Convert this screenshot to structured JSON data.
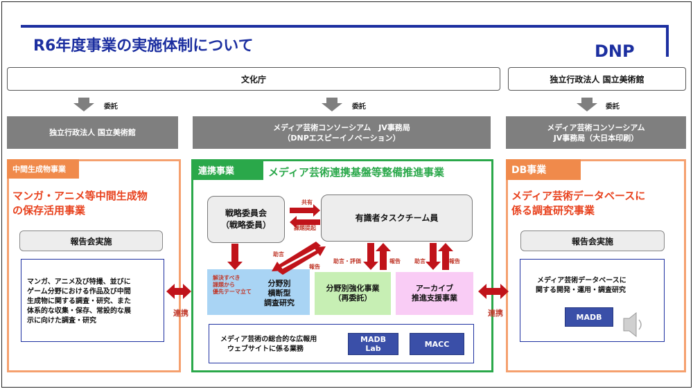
{
  "page": {
    "title": "R6年度事業の実施体制について",
    "logo": "DNP"
  },
  "top": {
    "agency": "文化庁",
    "museum": "独立行政法人 国立美術館"
  },
  "commission_label": "委託",
  "contractors": {
    "left": "独立行政法人 国立美術館",
    "center_line1": "メディア芸術コンソーシアム　JV事務局",
    "center_line2": "（DNPエスピーイノベーション）",
    "right_line1": "メディア芸術コンソーシアム",
    "right_line2": "JV事務局（大日本印刷）"
  },
  "left_panel": {
    "tab": "中間生成物事業",
    "heading_line1": "マンガ・アニメ等中間生成物",
    "heading_line2": "の保存活用事業",
    "report": "報告会実施",
    "body_lines": [
      "マンガ、アニメ及び特撮、並びに",
      "ゲーム分野における作品及び中間",
      "生成物に関する調査・研究、また",
      "体系的な収集・保存、常設的な展",
      "示に向けた調査・研究"
    ]
  },
  "center_panel": {
    "tab": "連携事業",
    "heading": "メディア芸術連携基盤等整備推進事業",
    "strategy_line1": "戦略委員会",
    "strategy_line2": "（戦略委員）",
    "task_team": "有識者タスクチーム員",
    "share": "共有",
    "issue": "課題提起",
    "advice": "助言",
    "report": "報告",
    "advice_eval": "助言・評価",
    "report2": "報告",
    "advice2": "助言",
    "report3": "報告",
    "cross_note_lines": [
      "解決すべき",
      "課題から",
      "優先テーマ立て"
    ],
    "cross_lines": [
      "分野別",
      "横断型",
      "調査研究"
    ],
    "field_line1": "分野別強化事業",
    "field_line2": "（再委託）",
    "archive_line1": "アーカイブ",
    "archive_line2": "推進支援事業",
    "website_line1": "メディア芸術の総合的な広報用",
    "website_line2": "ウェブサイトに係る業務",
    "madb_lab_line1": "MADB",
    "madb_lab_line2": "Lab",
    "macc": "MACC"
  },
  "right_panel": {
    "tab": "DB事業",
    "heading_line1": "メディア芸術データベースに",
    "heading_line2": "係る調査研究事業",
    "report": "報告会実施",
    "body_line1": "メディア芸術データベースに",
    "body_line2": "関する開発・運用・調査研究",
    "madb": "MADB"
  },
  "link_label": "連携",
  "colors": {
    "brand_blue": "#1c2fa0",
    "orange": "#f08a4b",
    "green": "#2aa84a",
    "red_arrow": "#c0131a",
    "grey": "#7f7f7f"
  }
}
